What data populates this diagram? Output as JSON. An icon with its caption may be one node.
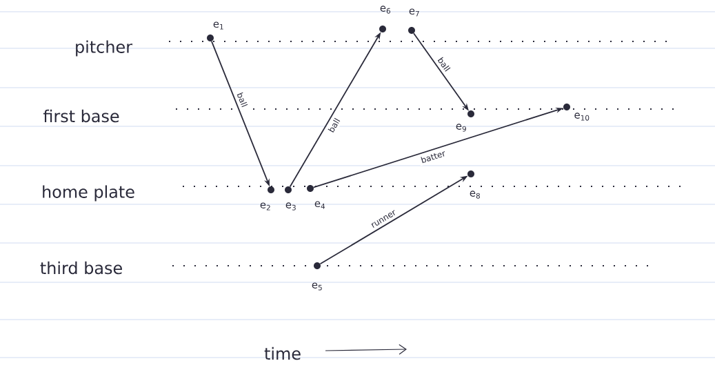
{
  "diagram": {
    "nodes": [
      {
        "text": [],
        "shape": "circle",
        "beside": [
          "e$_{1}$"
        ]
      },
      {
        "text": [],
        "shape": "circle",
        "beside": [
          "e$_{2}$"
        ]
      },
      {
        "text": [],
        "shape": "circle",
        "beside": [
          "e$_{3}$"
        ]
      },
      {
        "text": [],
        "shape": "circle",
        "beside": [
          "e$_{4}$"
        ]
      },
      {
        "text": [],
        "shape": "circle",
        "beside": [
          "e$_{5}$"
        ]
      },
      {
        "text": [],
        "shape": "circle",
        "beside": [
          "e$_{6}$"
        ]
      },
      {
        "text": [],
        "shape": "circle",
        "beside": [
          "e$_{7}$"
        ]
      },
      {
        "text": [],
        "shape": "circle",
        "beside": [
          "e$_{8}$"
        ]
      },
      {
        "text": [],
        "shape": "circle",
        "beside": [
          "e$_{9}$"
        ]
      },
      {
        "text": [],
        "shape": "circle",
        "beside": [
          "e$_{10}$"
        ]
      }
    ],
    "edges": [
      {
        "from": 0,
        "to": 1,
        "arrow": "to",
        "label": "ball"
      },
      {
        "from": 2,
        "to": 5,
        "arrow": "to",
        "label": "ball"
      },
      {
        "from": 6,
        "to": 8,
        "arrow": "to",
        "label": "ball"
      },
      {
        "from": 3,
        "to": 9,
        "arrow": "to",
        "label": "batter"
      },
      {
        "from": 4,
        "to": 7,
        "arrow": "to",
        "label": "runner"
      }
    ],
    "labels": [
      "pitcher",
      "first base",
      "home plate",
      "third base",
      "time"
    ]
  }
}
